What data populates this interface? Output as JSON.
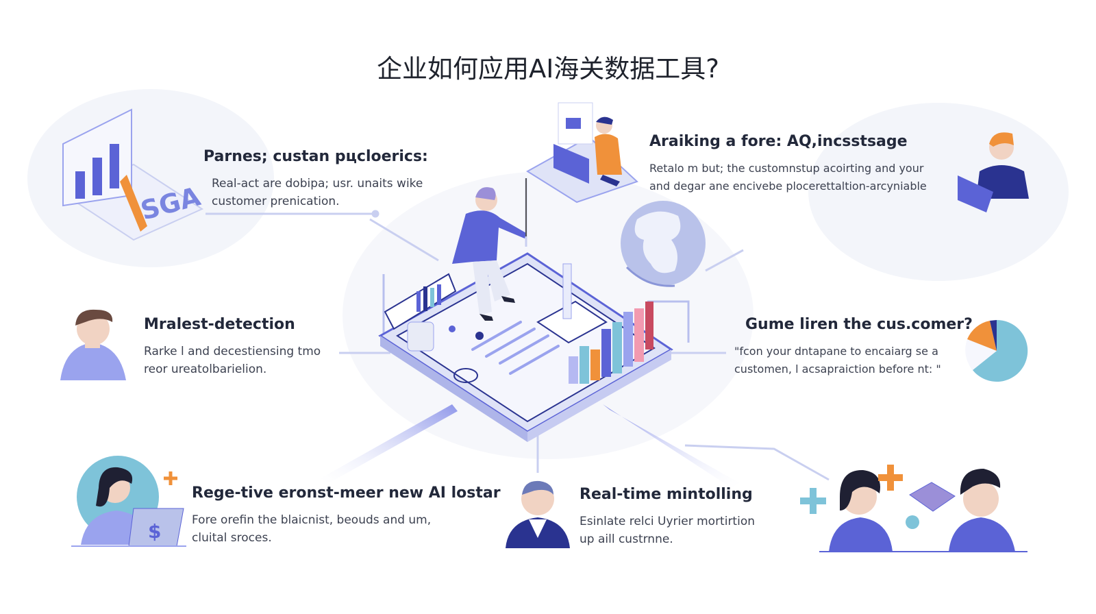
{
  "title": "企业如何应用AI海关数据工具?",
  "colors": {
    "accent": "#5b63d6",
    "accent_light": "#9aa3ee",
    "orange": "#f0913a",
    "teal": "#7ec3d9",
    "connector": "#c9cff0"
  },
  "cards": [
    {
      "id": "top-left",
      "heading": "Parnes; custan pцcloerics:",
      "lines": [
        "Real-act are dobipa; usr. unaits wike",
        "customer prenication."
      ],
      "icon": "analytics-laptop-icon"
    },
    {
      "id": "top-right",
      "heading": "Araiking a fore: AQ,incsstsage",
      "lines": [
        "Retalo m but; the customnstup acoirting and your",
        "and degar ane encivebe plocerettaltion-arcyniable"
      ],
      "icon": "person-laptop-icon"
    },
    {
      "id": "mid-left",
      "heading": "Mralest-detection",
      "lines": [
        "Rarke l and decestiensing tmo",
        "reor ureatolbarielion."
      ],
      "icon": "person-avatar-icon"
    },
    {
      "id": "mid-right",
      "heading": "Gume liren the cus.comer?",
      "lines": [
        "\"fcon your dntapane to encaiarg se a",
        "customen, l acsapraiction before nt: \""
      ],
      "icon": "pie-chart-icon"
    },
    {
      "id": "bottom-left",
      "heading": "Rege-tive eronst-meer new AI lostar",
      "lines": [
        "Fore orefin the blaicnist, beouds and um,",
        "cluital sroces."
      ],
      "icon": "woman-dollar-icon"
    },
    {
      "id": "bottom-center",
      "heading": "Real-time mintolling",
      "lines": [
        "Esinlate relci Uyrier mortirtion",
        "up aill custrnne."
      ],
      "icon": "businessman-icon"
    }
  ],
  "illustrations": {
    "central": "isometric-tablet-analytics-icon",
    "globe": "globe-icon",
    "team": "team-collaboration-icon"
  }
}
